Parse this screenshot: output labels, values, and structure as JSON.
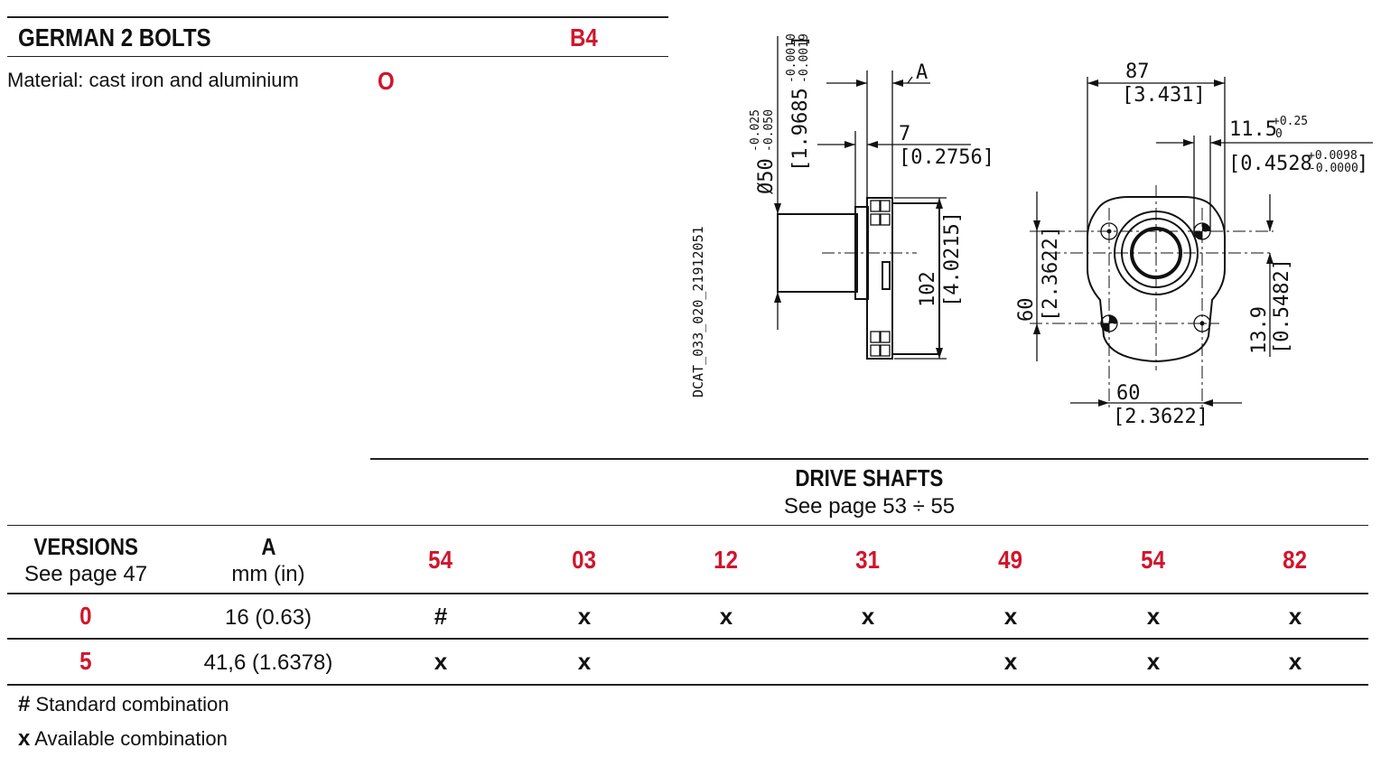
{
  "header": {
    "title": "GERMAN 2 BOLTS",
    "code": "B4",
    "material_label": "Material: cast iron and aluminium",
    "material_symbol": "O"
  },
  "drawing": {
    "ref_code": "DCAT_033_020_21912051",
    "side_view": {
      "diameter_mm": "Ø50",
      "diameter_tol_upper": "-0.025",
      "diameter_tol_lower": "-0.050",
      "diameter_in": "[1.9685",
      "diameter_in_tol_upper": "-0.0010",
      "diameter_in_tol_lower": "-0.0019",
      "diameter_in_close": "]",
      "dim_a": "A",
      "dim_7": "7",
      "dim_7_in": "[0.2756]",
      "dim_102": "102",
      "dim_102_in": "[4.0215]"
    },
    "front_view": {
      "dim_87": "87",
      "dim_87_in": "[3.431]",
      "dim_11_5": "11.5",
      "dim_11_5_tol_upper": "+0.25",
      "dim_11_5_tol_lower": "0",
      "dim_11_5_in": "[0.4528",
      "dim_11_5_in_tol_upper": "+0.0098",
      "dim_11_5_in_tol_lower": "-0.0000",
      "dim_11_5_in_close": "]",
      "dim_60_v": "60",
      "dim_60_v_in": "[2.3622]",
      "dim_13_9": "13.9",
      "dim_13_9_in": "[0.5482]",
      "dim_60_h": "60",
      "dim_60_h_in": "[2.3622]"
    }
  },
  "table": {
    "group_title": "DRIVE SHAFTS",
    "group_subtitle": "See page 53 ÷ 55",
    "col_versions": "VERSIONS",
    "col_versions_sub": "See page 47",
    "col_a": "A",
    "col_a_sub": "mm (in)",
    "shafts": [
      "54",
      "03",
      "12",
      "31",
      "49",
      "54",
      "82"
    ],
    "rows": [
      {
        "version": "0",
        "a": "16 (0.63)",
        "marks": [
          "#",
          "x",
          "x",
          "x",
          "x",
          "x",
          "x"
        ]
      },
      {
        "version": "5",
        "a": "41,6 (1.6378)",
        "marks": [
          "x",
          "x",
          "",
          "",
          "x",
          "x",
          "x"
        ]
      }
    ]
  },
  "legend": [
    {
      "symbol": "#",
      "text": "Standard combination"
    },
    {
      "symbol": "x",
      "text": "Available combination"
    }
  ],
  "colors": {
    "accent": "#d0152b",
    "text": "#111111",
    "rule": "#222222"
  }
}
